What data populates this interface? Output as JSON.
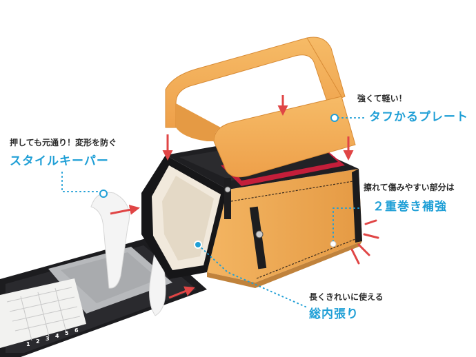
{
  "annotations": [
    {
      "id": "plate",
      "sub": "強くて軽い！",
      "main": "タフかるプレート"
    },
    {
      "id": "keeper",
      "sub": "押しても元通り！変形を防ぐ",
      "main": "スタイルキーパー"
    },
    {
      "id": "double",
      "sub": "擦れて傷みやすい部分は",
      "main": "２重巻き補強"
    },
    {
      "id": "lining",
      "sub": "長くきれいに使える",
      "main": "総内張り"
    }
  ],
  "ruler_digits": [
    "1",
    "2",
    "3",
    "4",
    "5",
    "6"
  ],
  "colors": {
    "accent": "#1f9fd6",
    "plate": "#f0a94e",
    "body_leather": "#e9a24e",
    "dark_leather": "#1d1d1f",
    "red_trim": "#c41e3a",
    "arrow_red": "#e04545"
  }
}
